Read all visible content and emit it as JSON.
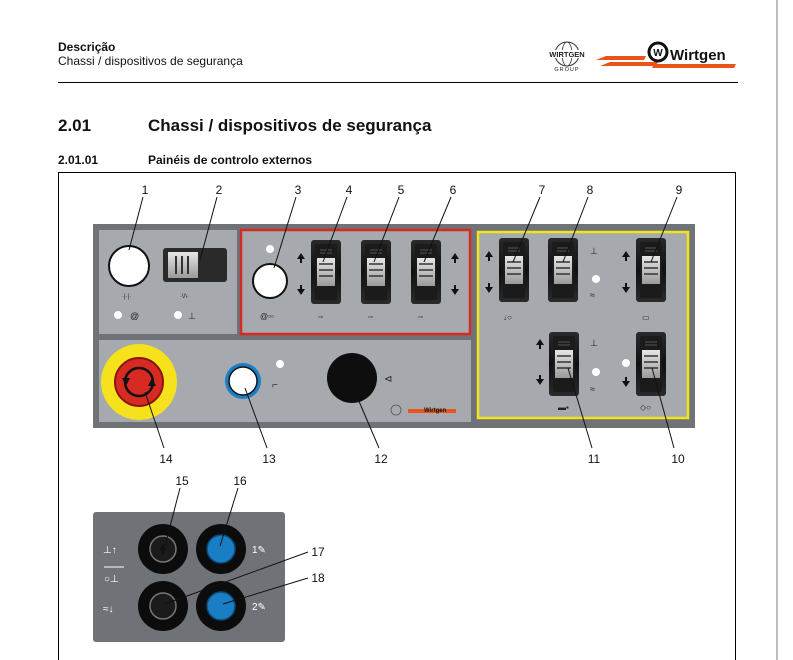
{
  "header": {
    "title": "Descrição",
    "subtitle": "Chassi / dispositivos de segurança",
    "logo_group_text": "WIRTGEN",
    "logo_group_sub": "GROUP",
    "logo_brand_text": "Wirtgen"
  },
  "section": {
    "number": "2.01",
    "title": "Chassi / dispositivos de segurança"
  },
  "subsection": {
    "number": "2.01.01",
    "title": "Painéis de controlo externos"
  },
  "figure": {
    "callouts": [
      "1",
      "2",
      "3",
      "4",
      "5",
      "6",
      "7",
      "8",
      "9",
      "10",
      "11",
      "12",
      "13",
      "14",
      "15",
      "16",
      "17",
      "18"
    ],
    "panel_brand": "Wirtgen",
    "accent_colors": {
      "panel": "#777a7e",
      "red_frame": "#d62a22",
      "yellow_frame": "#f2e41c",
      "blue_button": "#1a7ec4",
      "estop_yellow": "#f5e21c",
      "estop_red": "#d62a22"
    }
  }
}
